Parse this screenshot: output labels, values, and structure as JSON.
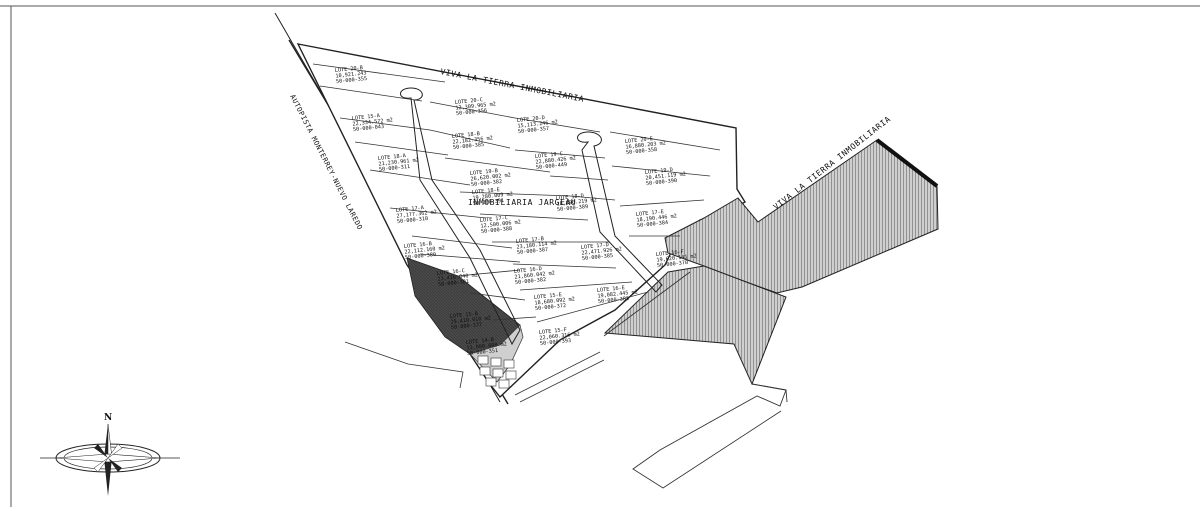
{
  "map": {
    "labels": {
      "owner_top": "VIVA LA TIERRA INMOBILIARIA",
      "owner_right": "VIVA LA TIERRA INMOBILIARIA",
      "owner_center": "INMOBILIARIA JARGEAU",
      "highway": "AUTOPISTA MONTERREY-NUEVO LAREDO",
      "north": "N"
    },
    "lots": [
      {
        "id": "LOTE 20-B",
        "area": "10,921.243",
        "code": "50-000-355"
      },
      {
        "id": "LOTE 20-C",
        "area": "12,309.965 m2",
        "code": "50-000-356"
      },
      {
        "id": "LOTE 20-D",
        "area": "15,113.246 m2",
        "code": "50-000-357"
      },
      {
        "id": "LOTE 20-E",
        "area": "16,880.203 m2",
        "code": "50-000-358"
      },
      {
        "id": "LOTE 15-A",
        "area": "22,334.572 m2",
        "code": "50-000-043"
      },
      {
        "id": "LOTE 18-B",
        "area": "22,182.356 m2",
        "code": "50-000-385"
      },
      {
        "id": "LOTE 18-A",
        "area": "21,230.961 m2",
        "code": "50-000-311"
      },
      {
        "id": "LOTE 19-C",
        "area": "22,880.426 m2",
        "code": "50-000-449"
      },
      {
        "id": "LOTE 19-B",
        "area": "26,620.002 m2",
        "code": "50-000-382"
      },
      {
        "id": "LOTE 19-D",
        "area": "20,451.119 m2",
        "code": "50-000-390"
      },
      {
        "id": "LOTE 18-E",
        "area": "19,280.009 m2",
        "code": "50-000-391"
      },
      {
        "id": "LOTE 17-A",
        "area": "27,177.362 m2",
        "code": "50-000-310"
      },
      {
        "id": "LOTE 18-D",
        "area": "18,890.219 m2",
        "code": "50-000-389"
      },
      {
        "id": "LOTE 17-E",
        "area": "18,190.446 m2",
        "code": "50-000-384"
      },
      {
        "id": "LOTE 17-C",
        "area": "12,500.006 m2",
        "code": "50-000-388"
      },
      {
        "id": "LOTE 16-B",
        "area": "22,112.160 m2",
        "code": "50-000-380"
      },
      {
        "id": "LOTE 17-B",
        "area": "23,180.114 m2",
        "code": "50-000-387"
      },
      {
        "id": "LOTE 17-D",
        "area": "22,471.926 m2",
        "code": "50-000-385"
      },
      {
        "id": "LOTE 16-F",
        "area": "19,620.141 m2",
        "code": "50-000-370"
      },
      {
        "id": "LOTE 16-C",
        "area": "23,416.040 m2",
        "code": "50-000-381"
      },
      {
        "id": "LOTE 16-D",
        "area": "21,860.042 m2",
        "code": "50-000-382"
      },
      {
        "id": "LOTE 16-E",
        "area": "19,082.445 m2",
        "code": "50-000-383"
      },
      {
        "id": "LOTE 15-B",
        "area": "29,410.010 m2",
        "code": "50-000-337"
      },
      {
        "id": "LOTE 15-E",
        "area": "18,680.092 m2",
        "code": "50-000-372"
      },
      {
        "id": "LOTE 15-F",
        "area": "22,060.316 m2",
        "code": "50-000-393"
      },
      {
        "id": "LOTE 14-B",
        "area": "13,000.008 m2",
        "code": "50-000-351"
      }
    ]
  }
}
